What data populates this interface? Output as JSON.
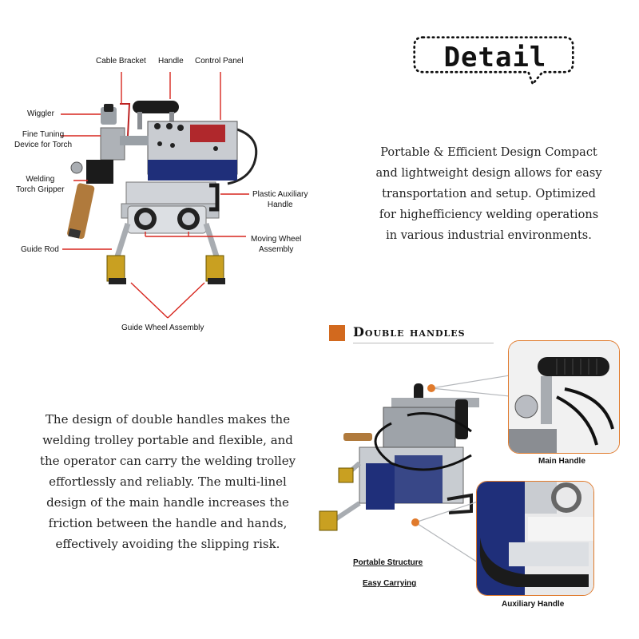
{
  "diagram": {
    "labels": {
      "cable_bracket": "Cable Bracket",
      "handle": "Handle",
      "control_panel": "Control Panel",
      "wiggler": "Wiggler",
      "fine_tuning": "Fine Tuning",
      "fine_tuning_2": "Device for Torch",
      "welding": "Welding",
      "welding_2": "Torch Gripper",
      "plastic_aux": "Plastic Auxiliary",
      "plastic_aux_2": "Handle",
      "guide_rod": "Guide Rod",
      "moving_wheel": "Moving Wheel",
      "moving_wheel_2": "Assembly",
      "guide_wheel": "Guide Wheel Assembly"
    }
  },
  "detail": {
    "title": "Detail",
    "line1": "Portable & Efficient Design Compact",
    "line2": "and lightweight design allows for easy",
    "line3": "transportation and setup. Optimized",
    "line4": "for highefficiency welding operations",
    "line5": "in various industrial environments."
  },
  "double_handles": {
    "header": "Double handles",
    "para1": "The design of double handles makes the",
    "para2": "welding trolley portable and flexible, and",
    "para3": "the operator can carry the welding trolley",
    "para4": "effortlessly and reliably. The multi-linel",
    "para5": "design of the main handle increases the",
    "para6": "friction between the handle and hands,",
    "para7": "effectively avoiding the slipping risk.",
    "main_handle_caption": "Main Handle",
    "aux_handle_caption": "Auxiliary Handle",
    "portable_caption": "Portable Structure",
    "easy_caption": "Easy Carrying"
  },
  "colors": {
    "accent_orange": "#d2691e",
    "frame_orange": "#e07a2c",
    "pointer_red": "#d7261e",
    "panel_blue": "#1f2f7a",
    "metal": "#b9bcc2"
  }
}
